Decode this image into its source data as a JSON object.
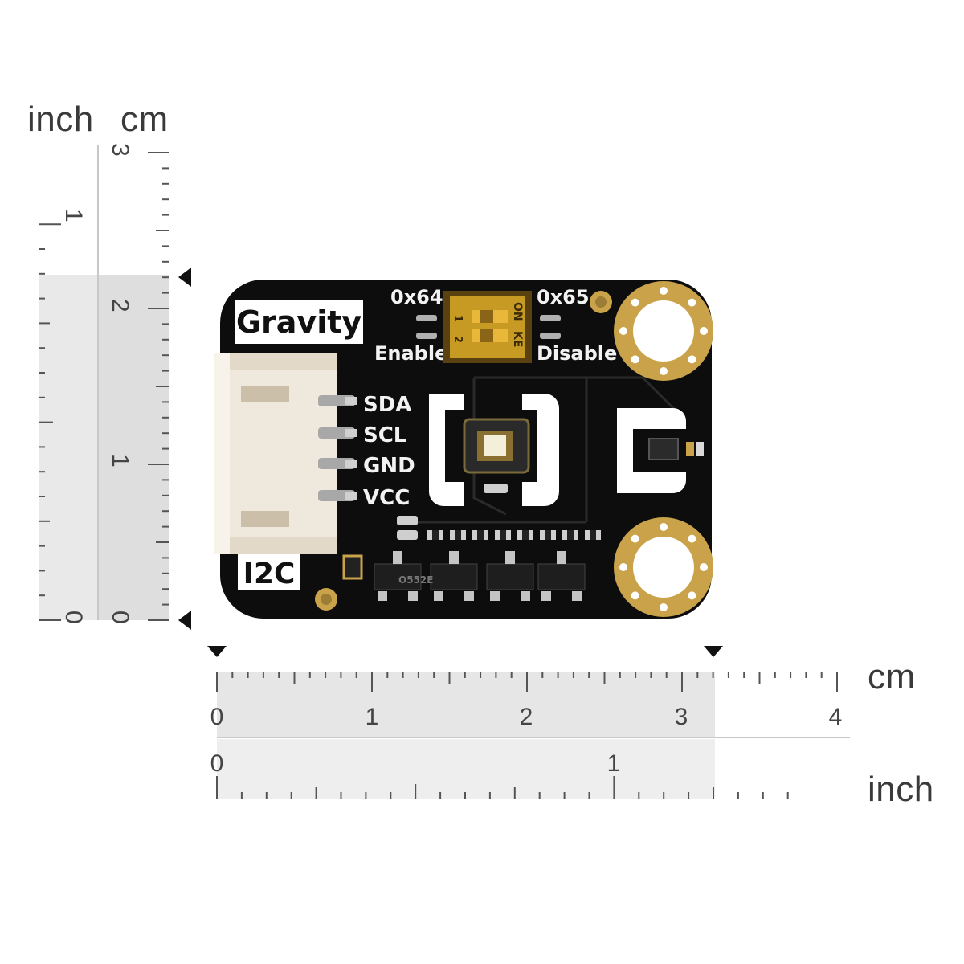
{
  "units": {
    "vertical_inch": "inch",
    "vertical_cm": "cm",
    "horizontal_cm": "cm",
    "horizontal_inch": "inch"
  },
  "vertical_ruler": {
    "inch_labels": [
      "1",
      "0"
    ],
    "cm_labels": [
      "3",
      "2",
      "1",
      "0"
    ]
  },
  "horizontal_ruler": {
    "cm_labels": [
      "0",
      "1",
      "2",
      "3",
      "4"
    ],
    "inch_labels": [
      "0",
      "1"
    ]
  },
  "board": {
    "brand": "Gravity",
    "interface": "I2C",
    "pins": [
      "SDA",
      "SCL",
      "GND",
      "VCC"
    ],
    "addr_left": "0x64",
    "addr_right": "0x65",
    "enable": "Enable",
    "disable": "Disable",
    "switch_on": "ON",
    "switch_ke": "KE",
    "switch_1": "1",
    "switch_2": "2",
    "ic_marking": "O552E"
  },
  "colors": {
    "pcb": "#0d0d0d",
    "gold": "#c9a24a",
    "connector": "#efe8dc",
    "ruler_band": "#e6e6e6",
    "ruler_highlight": "#d9d9d9"
  }
}
